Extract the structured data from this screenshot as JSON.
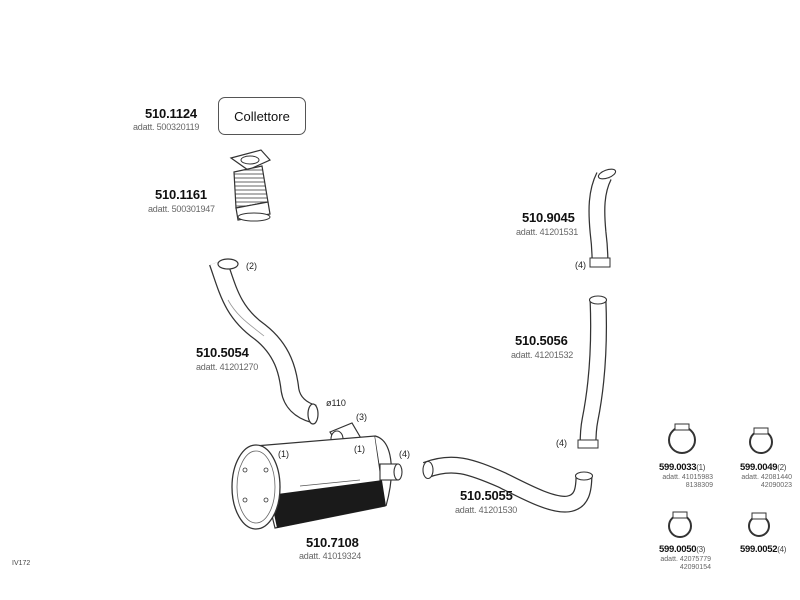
{
  "parts": [
    {
      "id": "p1124",
      "number": "510.1124",
      "adapt": "adatt. 500320119"
    },
    {
      "id": "p1161",
      "number": "510.1161",
      "adapt": "adatt. 500301947"
    },
    {
      "id": "p5054",
      "number": "510.5054",
      "adapt": "adatt. 41201270"
    },
    {
      "id": "p9045",
      "number": "510.9045",
      "adapt": "adatt. 41201531"
    },
    {
      "id": "p5056",
      "number": "510.5056",
      "adapt": "adatt. 41201532"
    },
    {
      "id": "p5055",
      "number": "510.5055",
      "adapt": "adatt. 41201530"
    },
    {
      "id": "p7108",
      "number": "510.7108",
      "adapt": "adatt. 41019324"
    }
  ],
  "callout": "Collettore",
  "diameter": "ø110",
  "qty": {
    "pipe_5054": "(2)",
    "branch_7108": "(3)",
    "muffler_left": "(1)",
    "muffler_right": "(1)",
    "muffler_outlet": "(4)",
    "pipe_9045": "(4)",
    "pipe_5056": "(4)"
  },
  "clamps": [
    {
      "id": "c0033",
      "number": "599.0033",
      "qty": "(1)",
      "adapt": [
        "adatt. 41015983",
        "8138309"
      ]
    },
    {
      "id": "c0049",
      "number": "599.0049",
      "qty": "(2)",
      "adapt": [
        "adatt. 42081440",
        "42090023"
      ]
    },
    {
      "id": "c0050",
      "number": "599.0050",
      "qty": "(3)",
      "adapt": [
        "adatt. 42075779",
        "42090154"
      ]
    },
    {
      "id": "c0052",
      "number": "599.0052",
      "qty": "(4)",
      "adapt": []
    }
  ],
  "diagram_code": "IV172",
  "colors": {
    "line": "#333333",
    "fill": "#ffffff",
    "dark_band": "#1a1a1a"
  }
}
